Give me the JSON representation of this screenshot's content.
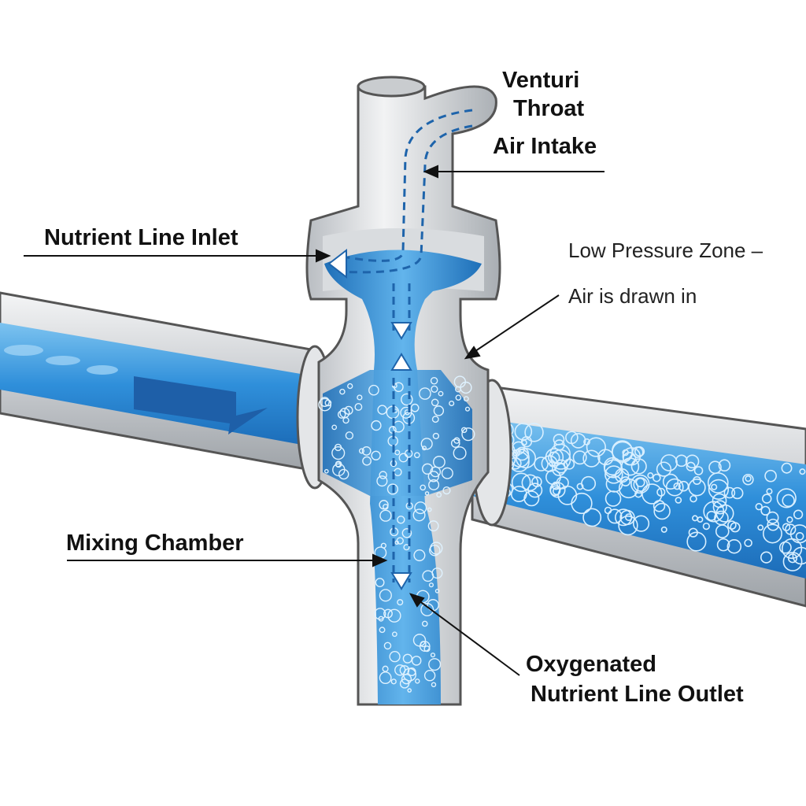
{
  "labels": {
    "venturi_throat": [
      "Venturi",
      "Throat"
    ],
    "air_intake": "Air Intake",
    "nutrient_inlet": "Nutrient Line Inlet",
    "low_pressure": [
      "Low Pressure Zone –",
      "Air is drawn in"
    ],
    "mixing_chamber": "Mixing Chamber",
    "outlet": [
      "Oxygenated",
      "Nutrient Line Outlet"
    ]
  },
  "colors": {
    "water": "#3d9be0",
    "water_dark": "#1f6fb5",
    "pipe": "#d8dadd",
    "pipe_edge": "#555a60",
    "arrow": "#1e5fa8"
  }
}
